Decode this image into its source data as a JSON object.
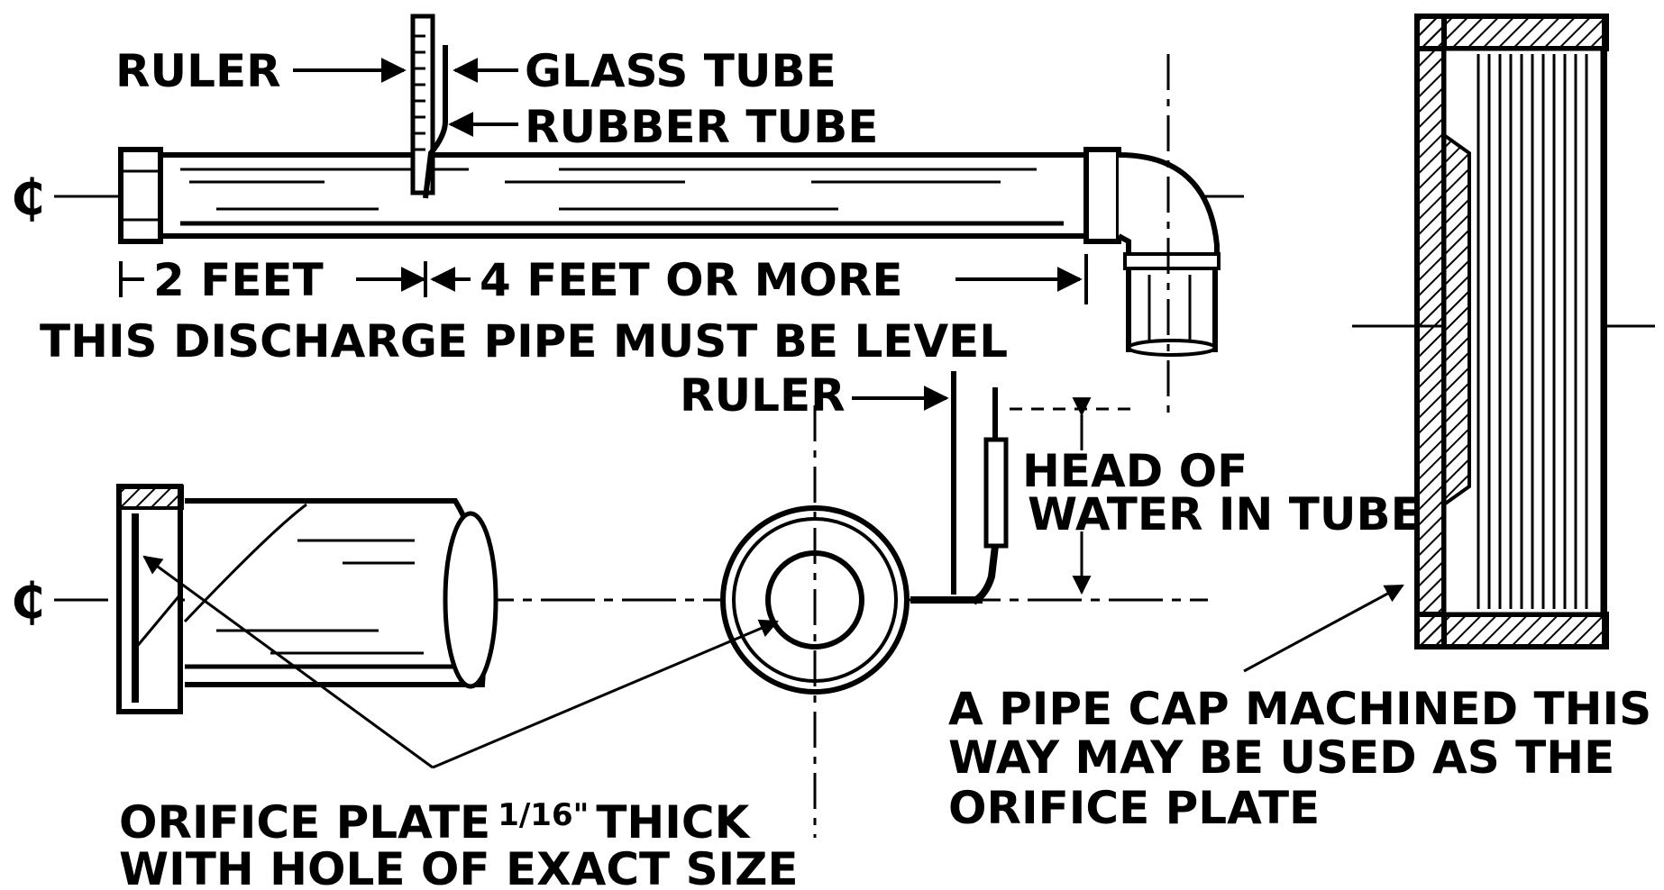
{
  "labels": {
    "ruler_top": "RULER",
    "glass_tube": "GLASS TUBE",
    "rubber_tube": "RUBBER TUBE",
    "centerline_symbol": "₵",
    "dim_2_feet": "2 FEET",
    "dim_4_feet": "4 FEET  OR MORE",
    "level_note": "THIS  DISCHARGE  PIPE MUST  BE  LEVEL",
    "ruler_mid": "RULER",
    "head_line1": "HEAD  OF",
    "head_line2": "WATER  IN  TUBE",
    "orifice_line1": "ORIFICE  PLATE",
    "orifice_fraction": "1/16\"",
    "orifice_thick": "THICK",
    "orifice_line2": "WITH  HOLE  OF  EXACT  SIZE",
    "cap_line1": "A  PIPE  CAP  MACHINED  THIS",
    "cap_line2": "WAY  MAY  BE  USED  AS  THE",
    "cap_line3": "ORIFICE  PLATE"
  },
  "colors": {
    "ink": "#000000",
    "paper": "#ffffff"
  }
}
